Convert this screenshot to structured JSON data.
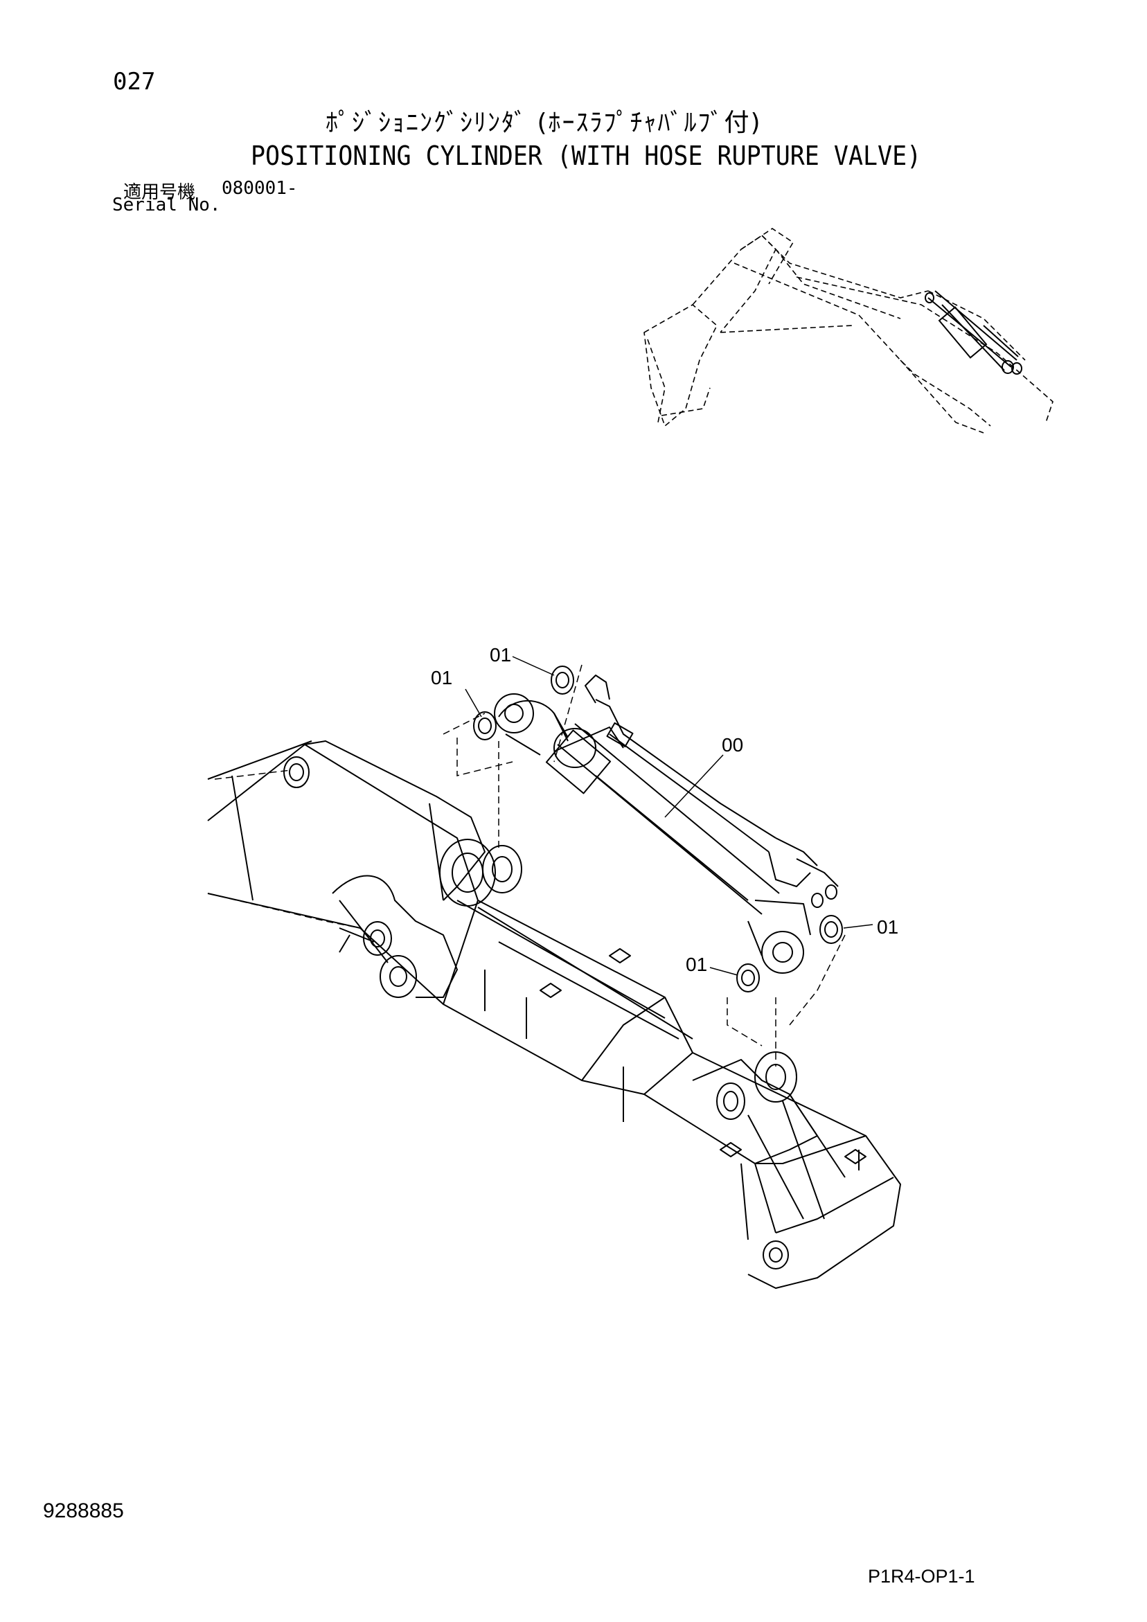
{
  "page": {
    "number": "027",
    "title_jp": "ﾎﾟｼﾞｼｮﾆﾝｸﾞｼﾘﾝﾀﾞ (ﾎｰｽﾗﾌﾟﾁｬﾊﾞﾙﾌﾞ付)",
    "title_en": "POSITIONING CYLINDER (WITH HOSE RUPTURE VALVE)",
    "serial": {
      "label_jp": "適用号機",
      "label_en": "Serial No.",
      "value": "080001-"
    },
    "doc_number": "9288885",
    "drawing_code": "P1R4-OP1-1"
  },
  "callouts": [
    {
      "id": "c1",
      "text": "01"
    },
    {
      "id": "c2",
      "text": "01"
    },
    {
      "id": "c3",
      "text": "00"
    },
    {
      "id": "c4",
      "text": "01"
    },
    {
      "id": "c5",
      "text": "01"
    }
  ]
}
